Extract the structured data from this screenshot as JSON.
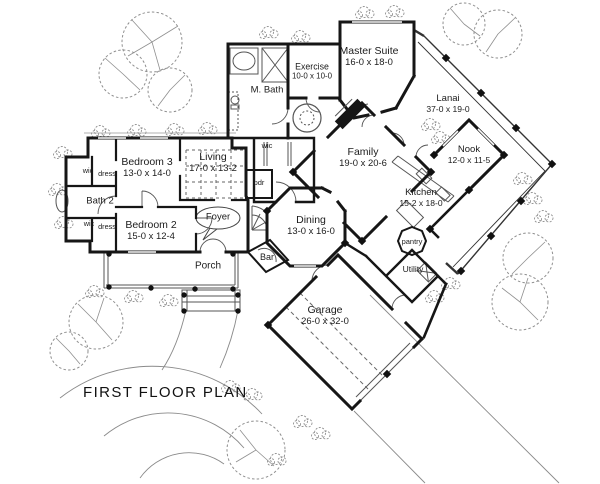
{
  "title": "FIRST FLOOR PLAN",
  "rooms": {
    "master_suite": {
      "name": "Master Suite",
      "dims": "16-0 x 18-0"
    },
    "exercise": {
      "name": "Exercise",
      "dims": "10-0 x 10-0"
    },
    "m_bath": {
      "name": "M. Bath"
    },
    "wic_master": {
      "name": "wic"
    },
    "pdr": {
      "name": "pdr"
    },
    "lanai": {
      "name": "Lanai",
      "dims": "37-0 x 19-0"
    },
    "family": {
      "name": "Family",
      "dims": "19-0 x 20-6"
    },
    "nook": {
      "name": "Nook",
      "dims": "12-0 x 11-5"
    },
    "kitchen": {
      "name": "Kitchen",
      "dims": "15-2 x 18-0"
    },
    "bedroom3": {
      "name": "Bedroom 3",
      "dims": "13-0 x 14-0"
    },
    "living": {
      "name": "Living",
      "dims": "17-0 x 13-2"
    },
    "bath2": {
      "name": "Bath 2"
    },
    "wic_upper": {
      "name": "wic"
    },
    "dress_upper": {
      "name": "dress"
    },
    "wic_lower": {
      "name": "wic"
    },
    "dress_lower": {
      "name": "dress"
    },
    "bedroom2": {
      "name": "Bedroom 2",
      "dims": "15-0 x 12-4"
    },
    "foyer": {
      "name": "Foyer"
    },
    "dining": {
      "name": "Dining",
      "dims": "13-0 x 16-0"
    },
    "bar": {
      "name": "Bar"
    },
    "pantry": {
      "name": "pantry"
    },
    "utility": {
      "name": "Utility"
    },
    "porch": {
      "name": "Porch"
    },
    "garage": {
      "name": "Garage",
      "dims": "26-0 x 32-0"
    }
  },
  "colors": {
    "wall": "#161616",
    "detail": "#555555",
    "vegetation": "#8f8f8f",
    "background": "#ffffff",
    "text": "#1c1c1c"
  },
  "icons": [
    "tree-icon",
    "bush-icon",
    "column-icon",
    "door-arc-icon",
    "bathtub-icon",
    "shower-icon",
    "toilet-icon",
    "fireplace-icon",
    "stairs-icon",
    "kitchen-island-icon",
    "washer-icon",
    "foyer-label-bubble"
  ]
}
